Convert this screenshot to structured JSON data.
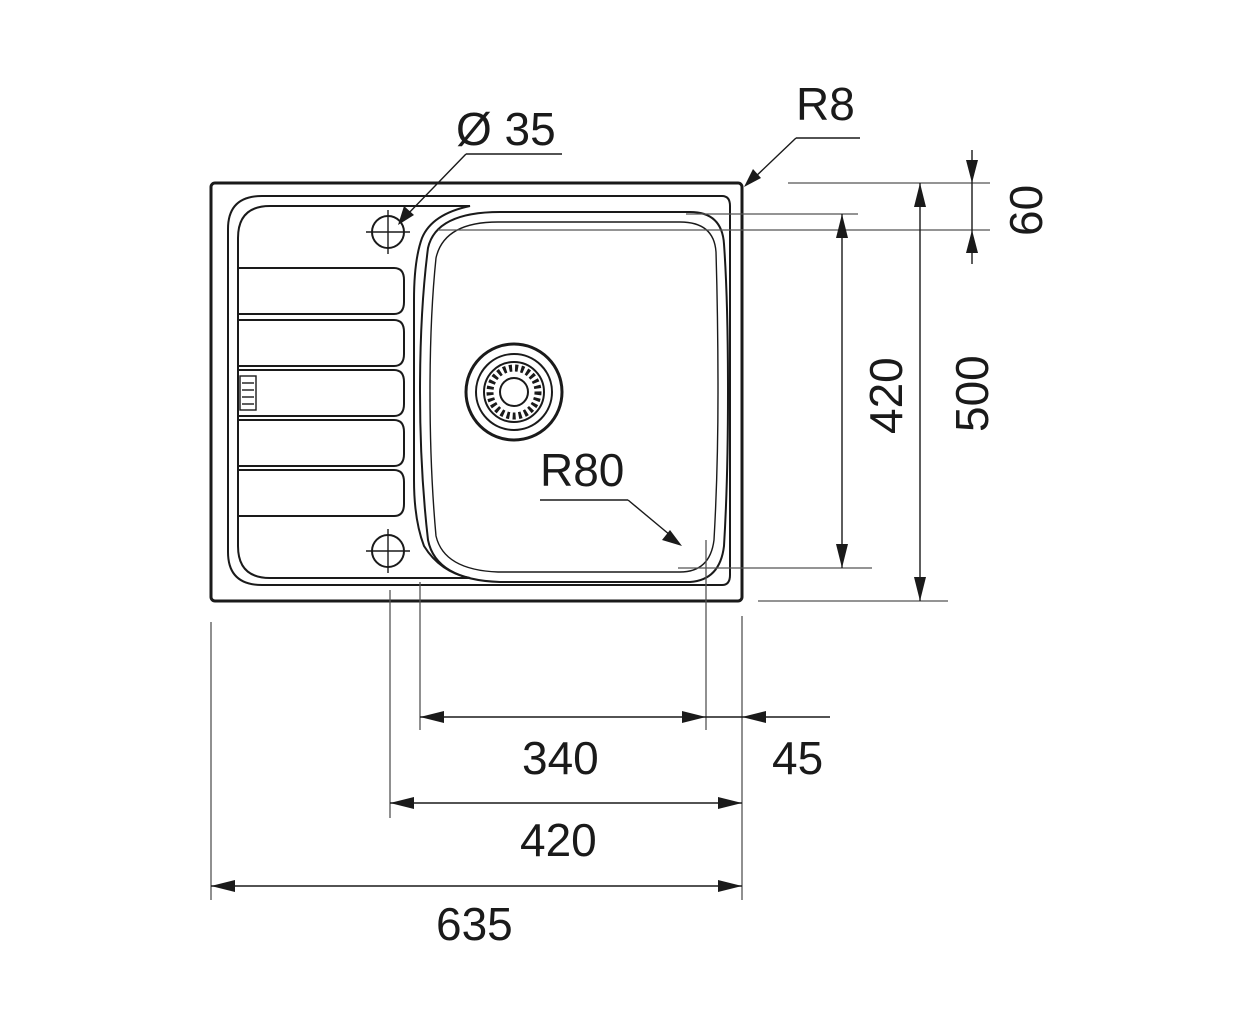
{
  "dimensions": {
    "hole_diameter": "Ø 35",
    "corner_radius_outer": "R8",
    "corner_radius_bowl": "R80",
    "rim_offset": "60",
    "bowl_height": "420",
    "total_height": "500",
    "bowl_inner_width": "340",
    "rim_right_offset": "45",
    "bowl_outer_width": "420",
    "total_width": "635"
  },
  "colors": {
    "line": "#1a1a1a",
    "background": "#ffffff"
  }
}
